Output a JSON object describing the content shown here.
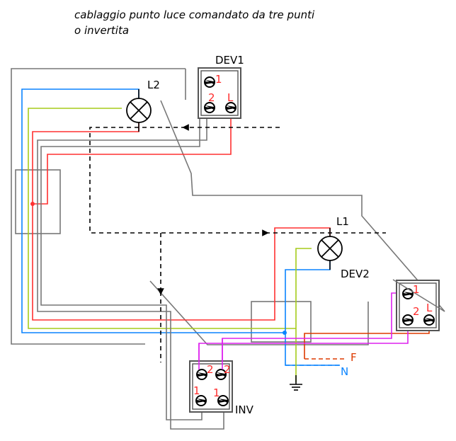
{
  "title": {
    "line1": "cablaggio punto luce comandato da tre punti",
    "line2": "o invertita"
  },
  "devices": {
    "dev1": {
      "label": "DEV1",
      "terminals": [
        "1",
        "2",
        "L"
      ]
    },
    "dev2": {
      "label": "DEV2",
      "terminals": [
        "1",
        "2",
        "L"
      ]
    },
    "inv": {
      "label": "INV",
      "terminals": [
        "2",
        "2",
        "1",
        "1"
      ]
    }
  },
  "lamps": {
    "l1": {
      "label": "L1"
    },
    "l2": {
      "label": "L2"
    }
  },
  "supply": {
    "phase": {
      "label": "F",
      "color": "#dd3a00"
    },
    "neutral": {
      "label": "N",
      "color": "#0a84ff"
    },
    "earth": {
      "label": "earth",
      "color": "#a5cc1a"
    }
  },
  "wire_colors": {
    "gray": "#777777",
    "blue": "#0a84ff",
    "green": "#a5cc1a",
    "red": "#ff3030",
    "orange": "#dd3a00",
    "magenta": "#dd22ee"
  }
}
